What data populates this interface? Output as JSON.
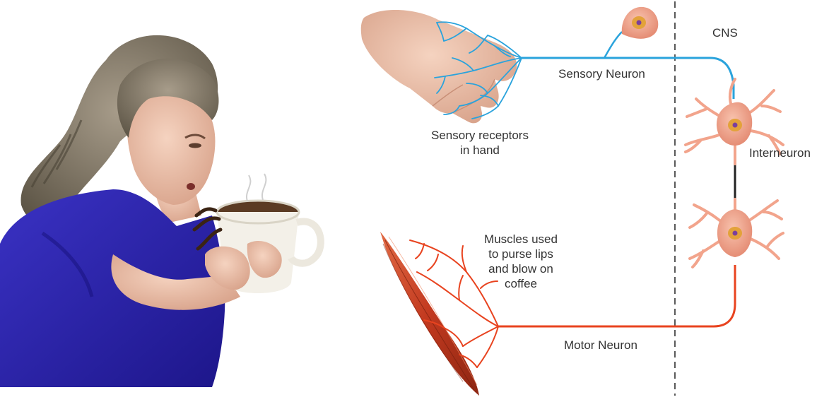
{
  "labels": {
    "cns": "CNS",
    "sensory_neuron": "Sensory Neuron",
    "sensory_receptors": "Sensory receptors\nin hand",
    "interneuron": "Interneuron",
    "muscles": "Muscles used\nto purse lips\nand blow on\ncoffee",
    "motor_neuron": "Motor Neuron"
  },
  "colors": {
    "sensory": "#2aa3dc",
    "motor": "#e8431f",
    "neuron_body": "#f2a48c",
    "nucleus": "#e3a23a",
    "nucleolus": "#7b3f9c",
    "shirt": "#2b22a8",
    "muscle": "#c9472a",
    "cns_boundary": "#222222"
  },
  "icons": {
    "woman": "woman-drinking-hot-coffee-illustration",
    "hand": "hand-illustration",
    "muscle": "muscle-illustration"
  }
}
